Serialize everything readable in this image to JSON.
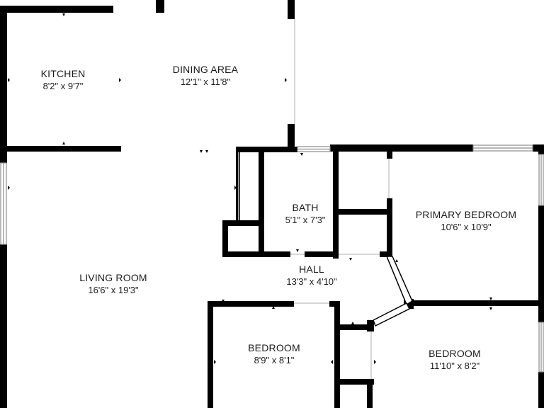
{
  "colors": {
    "wall": "#000000",
    "window": "#9a9a9a",
    "text": "#1a1a1a",
    "background": "#ffffff"
  },
  "rooms": {
    "kitchen": {
      "name": "KITCHEN",
      "dims": "8'2\" x 9'7\""
    },
    "dining": {
      "name": "DINING AREA",
      "dims": "12'1\" x 11'8\""
    },
    "bath": {
      "name": "BATH",
      "dims": "5'1\" x 7'3\""
    },
    "primary": {
      "name": "PRIMARY BEDROOM",
      "dims": "10'6\" x 10'9\""
    },
    "living": {
      "name": "LIVING ROOM",
      "dims": "16'6\" x 19'3\""
    },
    "hall": {
      "name": "HALL",
      "dims": "13'3\" x 4'10\""
    },
    "bedroom1": {
      "name": "BEDROOM",
      "dims": "8'9\" x 8'1\""
    },
    "bedroom2": {
      "name": "BEDROOM",
      "dims": "11'10\" x 8'2\""
    }
  }
}
